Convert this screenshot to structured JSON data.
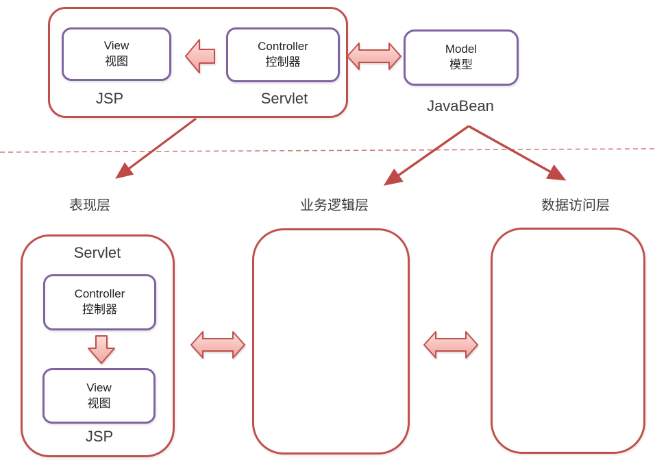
{
  "diagram": {
    "title_implicit": "MVC to three-tier architecture mapping",
    "colors": {
      "box_border_red": "#c0504d",
      "box_border_purple": "#8064a2",
      "arrow_fill_light": "#fcdfdb",
      "arrow_fill_dark": "#f2a49e",
      "arrow_stroke": "#c0504d",
      "text_dark": "#1f1f1f",
      "label_gray": "#3b3b3b",
      "dashed_line": "#c9655e"
    },
    "mvc": {
      "view": {
        "line1": "View",
        "line2": "视图"
      },
      "controller": {
        "line1": "Controller",
        "line2": "控制器"
      },
      "jsp_label": "JSP",
      "servlet_label": "Servlet"
    },
    "model": {
      "line1": "Model",
      "line2": "模型",
      "caption": "JavaBean"
    },
    "tiers": {
      "presentation": "表现层",
      "business": "业务逻辑层",
      "data_access": "数据访问层"
    },
    "bottom": {
      "servlet_label": "Servlet",
      "controller": {
        "line1": "Controller",
        "line2": "控制器"
      },
      "view": {
        "line1": "View",
        "line2": "视图"
      },
      "jsp_label": "JSP"
    }
  }
}
